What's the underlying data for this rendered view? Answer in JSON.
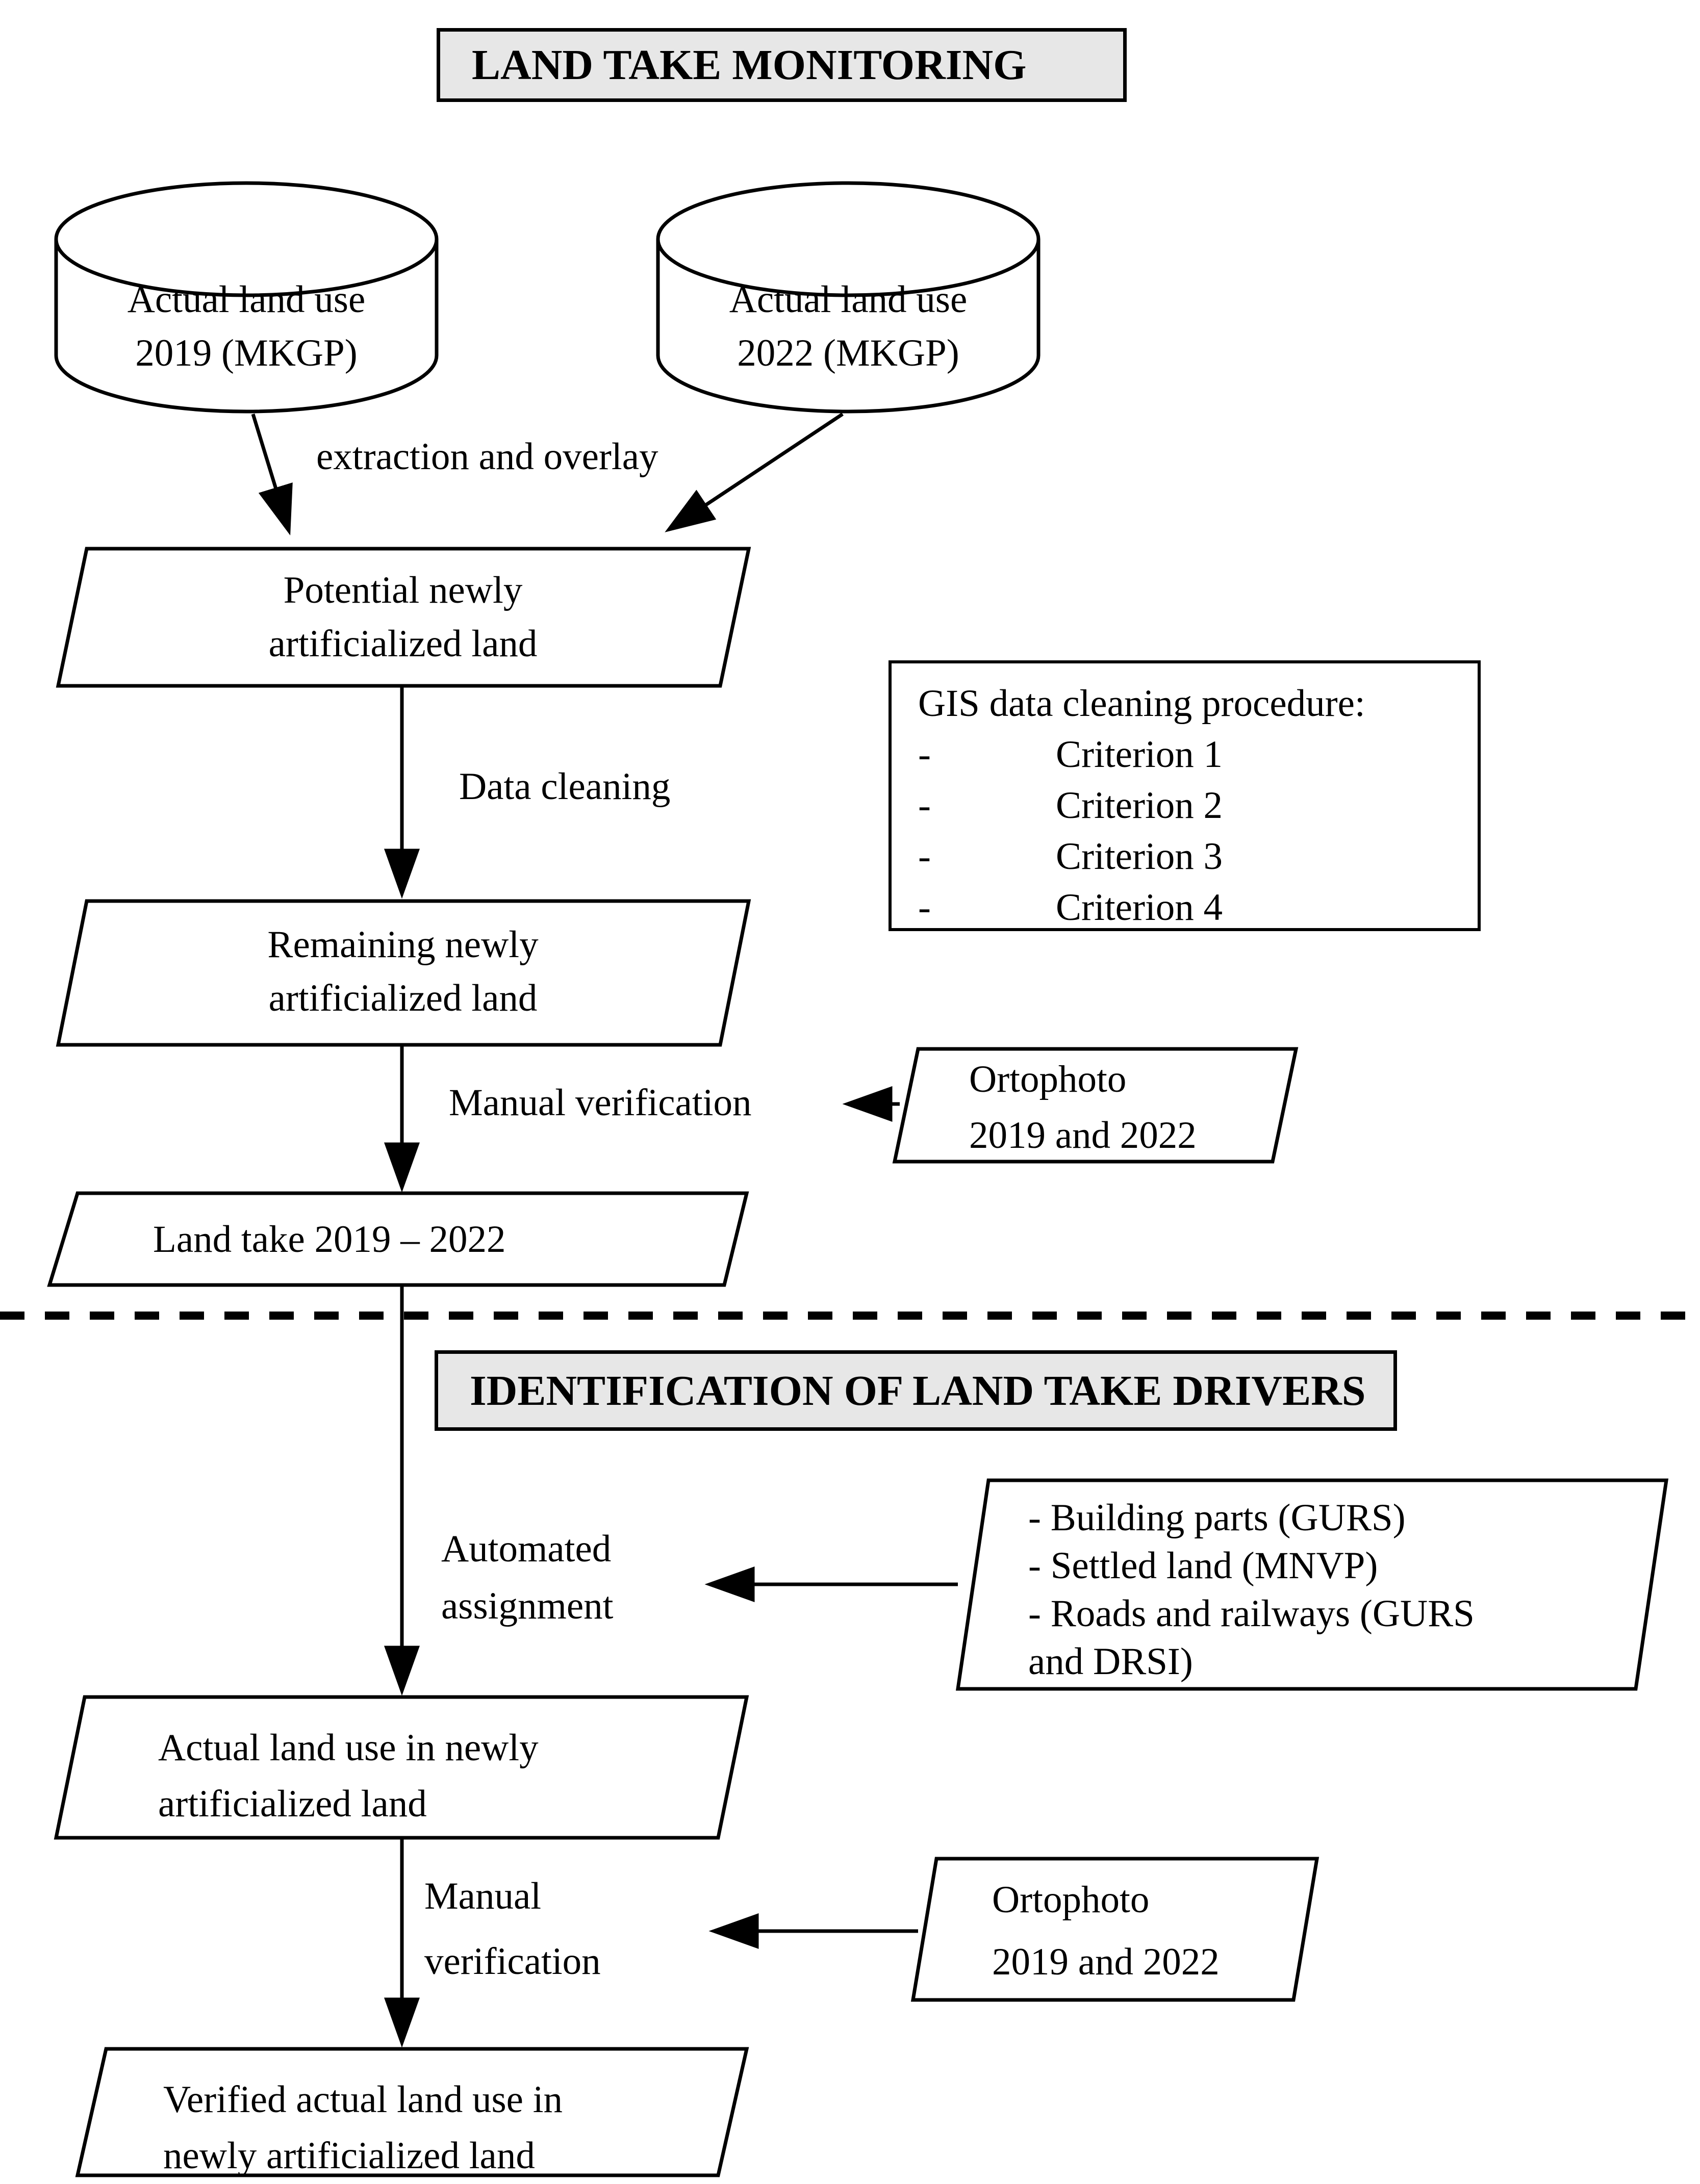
{
  "titles": {
    "monitoring": "LAND TAKE MONITORING",
    "drivers": "IDENTIFICATION OF LAND TAKE DRIVERS"
  },
  "cylinders": {
    "left": {
      "line1": "Actual land use",
      "line2": "2019 (MKGP)"
    },
    "right": {
      "line1": "Actual land use",
      "line2": "2022 (MKGP)"
    }
  },
  "labels": {
    "extraction": "extraction and overlay",
    "data_cleaning": "Data cleaning",
    "manual_verification_1": "Manual verification",
    "automated_line1": "Automated",
    "automated_line2": "assignment",
    "manual2_line1": "Manual",
    "manual2_line2": "verification"
  },
  "process": {
    "potential": {
      "line1": "Potential newly",
      "line2": "artificialized land"
    },
    "remaining": {
      "line1": "Remaining newly",
      "line2": "artificialized land"
    },
    "land_take": "Land take 2019 – 2022",
    "actual_use": {
      "line1": "Actual land use in newly",
      "line2": "artificialized land"
    },
    "verified": {
      "line1": "Verified actual land use in",
      "line2": "newly artificialized land"
    }
  },
  "gis_box": {
    "title": "GIS data cleaning procedure:",
    "dash": "-",
    "items": [
      "Criterion 1",
      "Criterion 2",
      "Criterion 3",
      "Criterion 4"
    ]
  },
  "inputs": {
    "ortophoto1": {
      "line1": "Ortophoto",
      "line2": "2019 and 2022"
    },
    "ortophoto2": {
      "line1": "Ortophoto",
      "line2": "2019 and 2022"
    },
    "drivers_data": {
      "line1": "- Building parts (GURS)",
      "line2": "- Settled land (MNVP)",
      "line3": "- Roads and railways (GURS",
      "line4": "and DRSI)"
    }
  },
  "colors": {
    "title_box_bg": "#e7e7e7",
    "stroke": "#000000"
  }
}
